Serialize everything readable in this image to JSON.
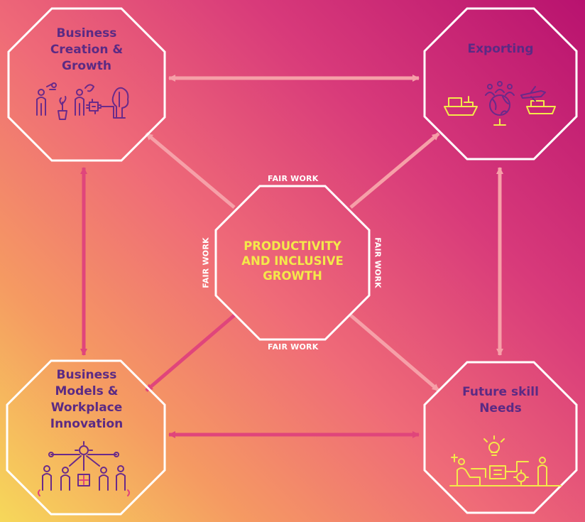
{
  "nodes": {
    "top_left": {
      "title": "Business\nCreation &\nGrowth",
      "icon": "people-plant-tree-icon"
    },
    "top_right": {
      "title": "Exporting",
      "icon": "ships-globe-plane-icon"
    },
    "bottom_left": {
      "title": "Business\nModels &\nWorkplace\nInnovation",
      "icon": "connected-workforce-icon"
    },
    "bottom_right": {
      "title": "Future skill\nNeeds",
      "icon": "worker-lightbulb-machine-icon"
    },
    "center": {
      "title": "PRODUCTIVITY\nAND INCLUSIVE\nGROWTH"
    }
  },
  "edge_labels": {
    "top": "FAIR WORK",
    "bottom": "FAIR WORK",
    "left": "FAIR WORK",
    "right": "FAIR WORK"
  },
  "colors": {
    "background_top_right": "#b8126f",
    "background_bottom_left": "#f6d85a",
    "octagon_stroke": "#ffffff",
    "corner_text": "#5b2a84",
    "center_text": "#f4e94a",
    "arrow_pink": "#e0457b",
    "arrow_light": "#f6a0a8",
    "icon_purple": "#6a2a8a",
    "icon_yellow": "#f4e94a"
  }
}
